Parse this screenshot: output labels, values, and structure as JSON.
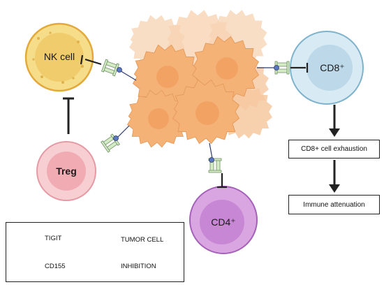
{
  "cells": {
    "nk": "NK cell",
    "cd8": "CD8⁺",
    "treg": "Treg",
    "cd4": "CD4⁺"
  },
  "flow": {
    "box1": "CD8+ cell exhaustion",
    "box2": "Immune attenuation"
  },
  "legend": {
    "tigit": "TIGIT",
    "tumor": "TUMOR CELL",
    "cd155": "CD155",
    "inhibition": "INHIBITION"
  },
  "colors": {
    "nk_fill": "#f6dd8a",
    "cd8_fill": "#d8ebf4",
    "treg_fill": "#f7cfd3",
    "cd4_fill": "#c98ad6",
    "tumor_fill": "#f4b277",
    "tigit": "#cfe6c2",
    "cd155": "#5a78c0"
  }
}
